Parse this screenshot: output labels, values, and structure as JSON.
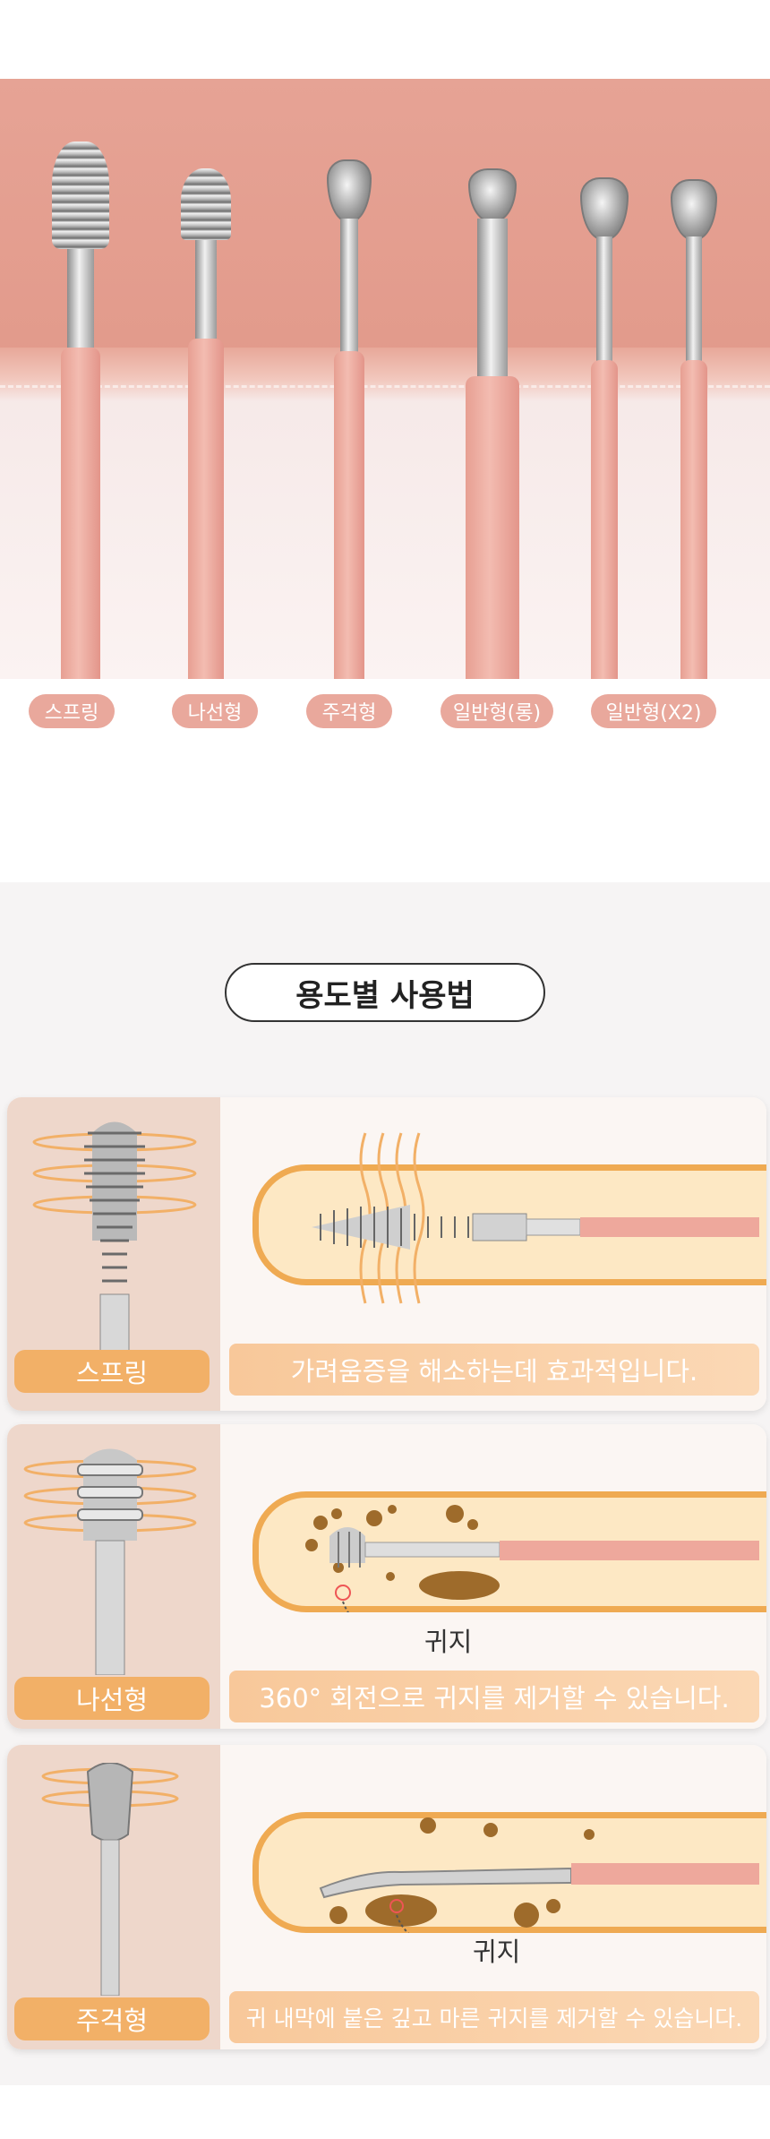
{
  "tags": [
    {
      "label": "스프링"
    },
    {
      "label": "나선형"
    },
    {
      "label": "주걱형"
    },
    {
      "label": "일반형(롱)"
    },
    {
      "label": "일반형(X2)"
    }
  ],
  "usage": {
    "title": "용도별 사용법",
    "cards": [
      {
        "name": "스프링",
        "description": "가려움증을 해소하는데 효과적입니다."
      },
      {
        "name": "나선형",
        "description": "360° 회전으로 귀지를 제거할 수 있습니다.",
        "callout": "귀지"
      },
      {
        "name": "주걱형",
        "description": "귀 내막에 붙은 깊고 마른 귀지를 제거할 수 있습니다.",
        "callout": "귀지"
      }
    ]
  },
  "colors": {
    "accent_orange": "#f2b067",
    "tag_pink": "#e9a89c",
    "handle_pink": "#eea89c"
  }
}
